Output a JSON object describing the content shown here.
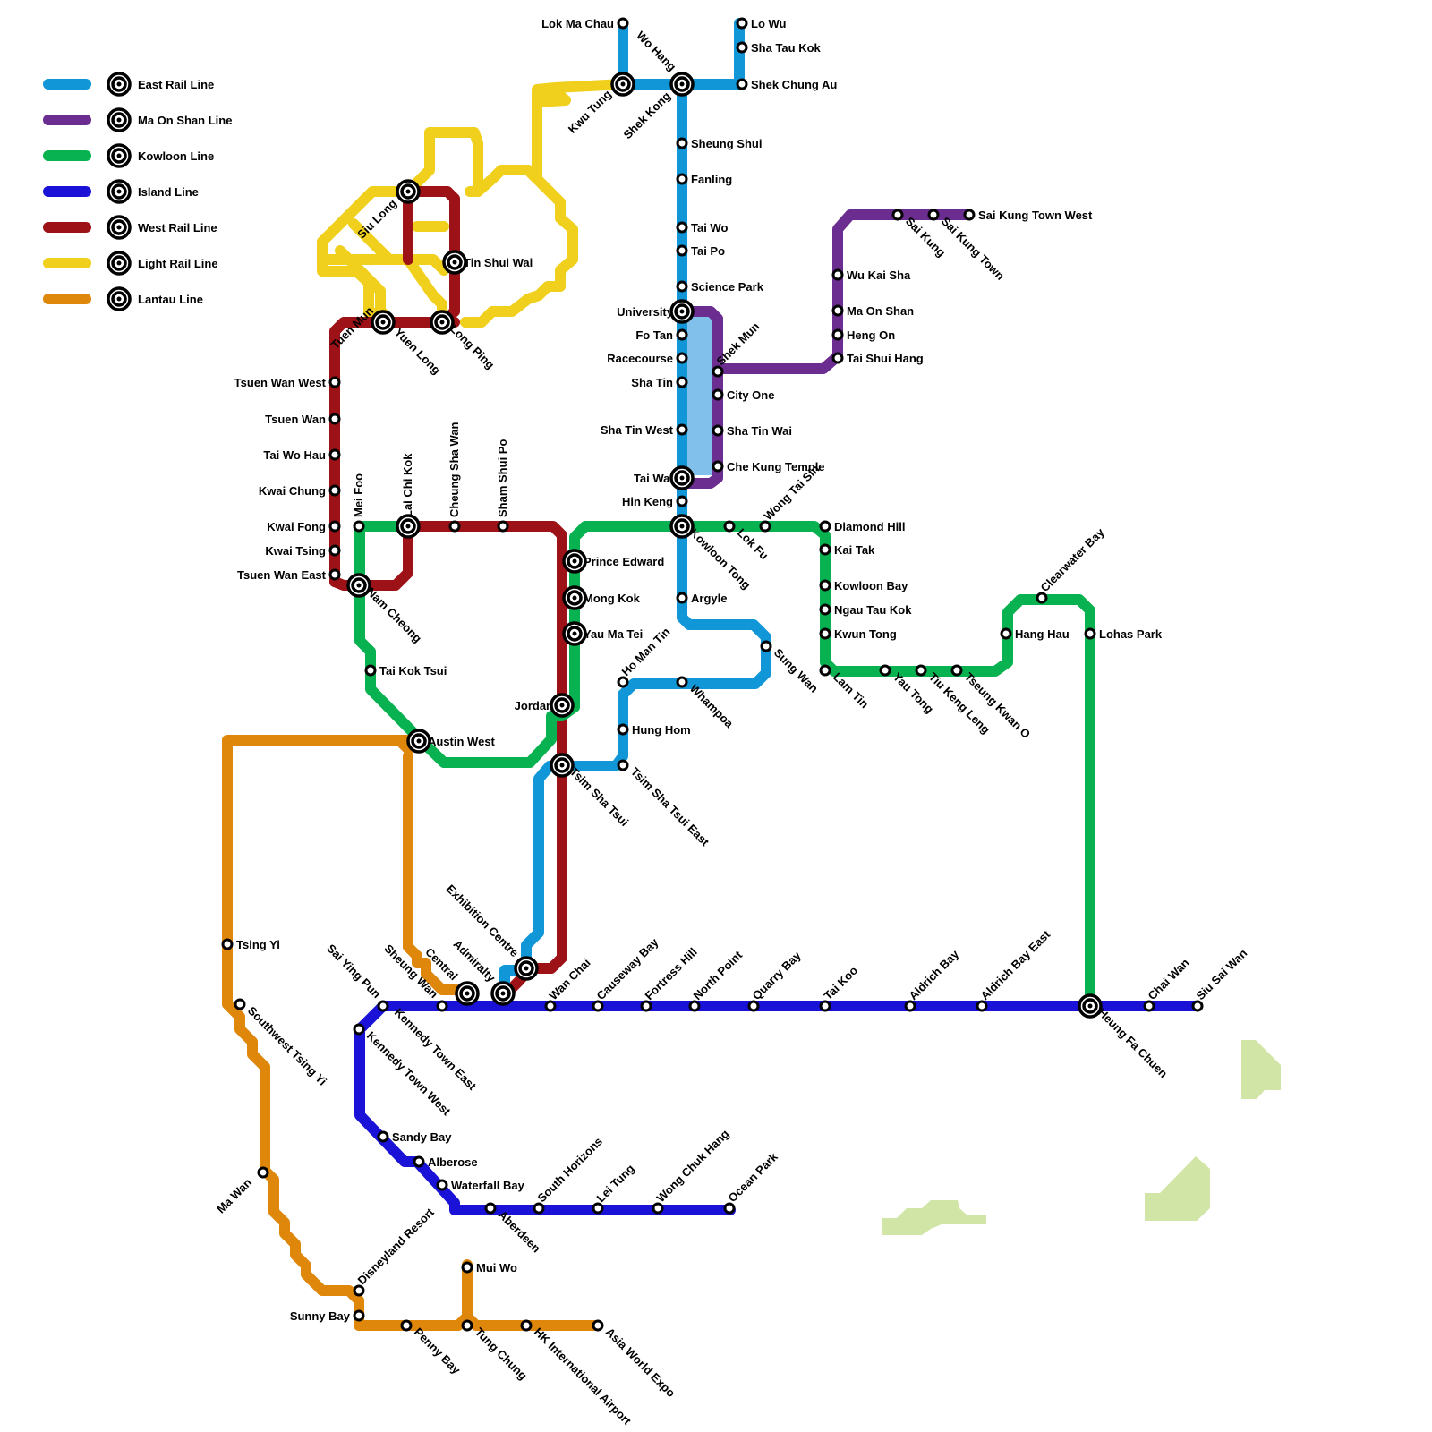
{
  "colors": {
    "east_rail": "#1196d8",
    "ma_on_shan": "#6b2d90",
    "kowloon": "#08b251",
    "island": "#1a12d6",
    "west_rail": "#9d1216",
    "light_rail": "#f0d01c",
    "lantau": "#de870a",
    "land": "#d1e6a6",
    "shatin_fill": "#80c0ea"
  },
  "legend": [
    {
      "label": "East Rail Line",
      "color_key": "east_rail"
    },
    {
      "label": "Ma On Shan Line",
      "color_key": "ma_on_shan"
    },
    {
      "label": "Kowloon Line",
      "color_key": "kowloon"
    },
    {
      "label": "Island Line",
      "color_key": "island"
    },
    {
      "label": "West Rail Line",
      "color_key": "west_rail"
    },
    {
      "label": "Light Rail Line",
      "color_key": "light_rail"
    },
    {
      "label": "Lantau Line",
      "color_key": "lantau"
    }
  ],
  "lines": {
    "east_rail": "East Rail Line",
    "ma_on_shan": "Ma On Shan Line",
    "kowloon": "Kowloon Line",
    "island": "Island Line",
    "west_rail": "West Rail Line",
    "light_rail": "Light Rail Line",
    "lantau": "Lantau Line"
  },
  "stations": {
    "lok_ma_chau": "Lok Ma Chau",
    "lo_wu": "Lo Wu",
    "sha_tau_kok": "Sha Tau Kok",
    "shek_chung_au": "Shek Chung Au",
    "wo_hang": "Wo Hang",
    "kwu_tung": "Kwu Tung",
    "shek_kong": "Shek Kong",
    "sheung_shui": "Sheung Shui",
    "fanling": "Fanling",
    "tai_wo": "Tai Wo",
    "tai_po": "Tai Po",
    "science_park": "Science Park",
    "university": "University",
    "fo_tan": "Fo Tan",
    "racecourse": "Racecourse",
    "sha_tin": "Sha Tin",
    "sha_tin_west": "Sha Tin West",
    "tai_wai": "Tai Wai",
    "hin_keng": "Hin Keng",
    "kowloon_tong": "Kowloon Tong",
    "argyle": "Argyle",
    "sung_wan": "Sung Wan",
    "whampoa": "Whampoa",
    "ho_man_tin": "Ho Man Tin",
    "hung_hom": "Hung Hom",
    "tsim_sha_tsui_east": "Tsim Sha Tsui East",
    "tsim_sha_tsui": "Tsim Sha Tsui",
    "exhibition_centre": "Exhibition Centre",
    "admiralty": "Admiralty",
    "shek_mun": "Shek Mun",
    "city_one": "City One",
    "sha_tin_wai": "Sha Tin Wai",
    "che_kung_temple": "Che Kung Temple",
    "tai_shui_hang": "Tai Shui Hang",
    "heng_on": "Heng On",
    "ma_on_shan": "Ma On Shan",
    "wu_kai_sha": "Wu Kai Sha",
    "sai_kung": "Sai Kung",
    "sai_kung_town": "Sai Kung Town",
    "sai_kung_town_west": "Sai Kung Town West",
    "lok_fu": "Lok Fu",
    "wong_tai_sin": "Wong Tai Sin",
    "diamond_hill": "Diamond Hill",
    "kai_tak": "Kai Tak",
    "kowloon_bay": "Kowloon Bay",
    "ngau_tau_kok": "Ngau Tau Kok",
    "kwun_tong": "Kwun Tong",
    "lam_tin": "Lam Tin",
    "yau_tong": "Yau Tong",
    "tiu_keng_leng": "Tiu Keng Leng",
    "tseung_kwan_o": "Tseung Kwan O",
    "hang_hau": "Hang Hau",
    "clearwater_bay": "Clearwater Bay",
    "lohas_park": "Lohas Park",
    "heung_fa_chuen": "Heung Fa Chuen",
    "prince_edward": "Prince Edward",
    "mong_kok": "Mong Kok",
    "yau_ma_tei": "Yau Ma Tei",
    "jordan": "Jordan",
    "austin_west": "Austin West",
    "tai_kok_tsui": "Tai Kok Tsui",
    "nam_cheong": "Nam Cheong",
    "mei_foo": "Mei Foo",
    "lai_chi_kok": "Lai Chi Kok",
    "cheung_sha_wan": "Cheung Sha Wan",
    "sham_shui_po": "Sham Shui Po",
    "tsuen_wan_west": "Tsuen Wan West",
    "tsuen_wan": "Tsuen Wan",
    "tai_wo_hau": "Tai Wo Hau",
    "kwai_chung": "Kwai Chung",
    "kwai_fong": "Kwai Fong",
    "kwai_tsing": "Kwai Tsing",
    "tsuen_wan_east": "Tsuen Wan East",
    "tuen_mun": "Tuen Mun",
    "yuen_long": "Yuen Long",
    "long_ping": "Long Ping",
    "tin_shui_wai": "Tin Shui Wai",
    "siu_long": "Siu Long",
    "chai_wan": "Chai Wan",
    "siu_sai_wan": "Siu Sai Wan",
    "aldrich_bay_east": "Aldrich Bay East",
    "aldrich_bay": "Aldrich Bay",
    "tai_koo": "Tai Koo",
    "quarry_bay": "Quarry Bay",
    "north_point": "North Point",
    "fortress_hill": "Fortress Hill",
    "causeway_bay": "Causeway Bay",
    "wan_chai": "Wan Chai",
    "central": "Central",
    "sheung_wan": "Sheung Wan",
    "sai_ying_pun": "Sai Ying Pun",
    "kennedy_town_east": "Kennedy Town East",
    "kennedy_town_west": "Kennedy Town West",
    "sandy_bay": "Sandy Bay",
    "alberose": "Alberose",
    "waterfall_bay": "Waterfall Bay",
    "aberdeen": "Aberdeen",
    "south_horizons": "South Horizons",
    "lei_tung": "Lei Tung",
    "wong_chuk_hang": "Wong Chuk Hang",
    "ocean_park": "Ocean Park",
    "tsing_yi": "Tsing Yi",
    "southwest_tsing_yi": "Southwest Tsing Yi",
    "ma_wan": "Ma Wan",
    "disneyland_resort": "Disneyland Resort",
    "sunny_bay": "Sunny Bay",
    "penny_bay": "Penny Bay",
    "mui_wo": "Mui Wo",
    "tung_chung": "Tung Chung",
    "hk_international_airport": "HK International Airport",
    "asia_world_expo": "Asia World Expo"
  }
}
